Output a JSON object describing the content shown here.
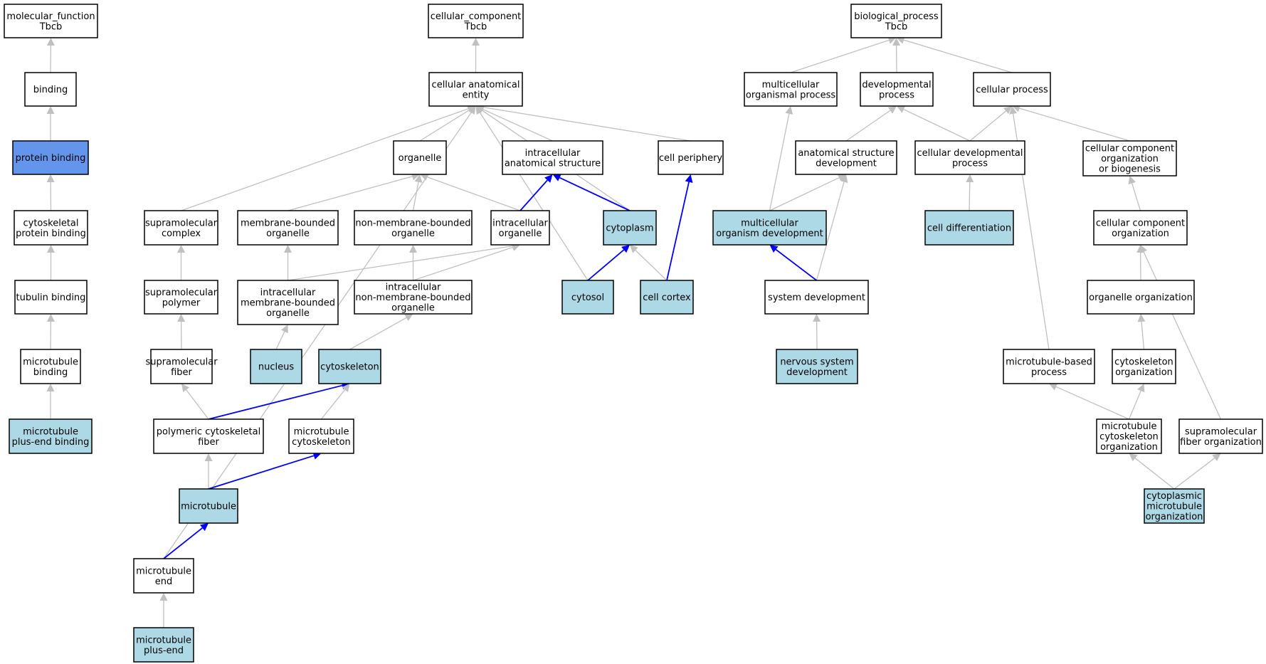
{
  "colors": {
    "default_fill": "#ffffff",
    "annotated_fill": "#add8e6",
    "query_fill": "#6495ed",
    "edge_gray": "#c0c0c0",
    "edge_blue": "#0000ff"
  },
  "nodes": [
    {
      "id": "mf",
      "lines": [
        "molecular_function",
        "Tbcb"
      ],
      "style": "default"
    },
    {
      "id": "binding",
      "lines": [
        "binding"
      ],
      "style": "default"
    },
    {
      "id": "protbind",
      "lines": [
        "protein binding"
      ],
      "style": "query"
    },
    {
      "id": "cytoprotbind",
      "lines": [
        "cytoskeletal",
        "protein binding"
      ],
      "style": "default"
    },
    {
      "id": "tubbind",
      "lines": [
        "tubulin binding"
      ],
      "style": "default"
    },
    {
      "id": "mtbind",
      "lines": [
        "microtubule",
        "binding"
      ],
      "style": "default"
    },
    {
      "id": "mtplusbind",
      "lines": [
        "microtubule",
        "plus-end binding"
      ],
      "style": "annotated"
    },
    {
      "id": "cc",
      "lines": [
        "cellular_component",
        "Tbcb"
      ],
      "style": "default"
    },
    {
      "id": "cae",
      "lines": [
        "cellular anatomical",
        "entity"
      ],
      "style": "default"
    },
    {
      "id": "organelle",
      "lines": [
        "organelle"
      ],
      "style": "default"
    },
    {
      "id": "ias",
      "lines": [
        "intracellular",
        "anatomical structure"
      ],
      "style": "default"
    },
    {
      "id": "periph",
      "lines": [
        "cell periphery"
      ],
      "style": "default"
    },
    {
      "id": "smcomplex",
      "lines": [
        "supramolecular",
        "complex"
      ],
      "style": "default"
    },
    {
      "id": "mbo",
      "lines": [
        "membrane-bounded",
        "organelle"
      ],
      "style": "default"
    },
    {
      "id": "nmbo",
      "lines": [
        "non-membrane-bounded",
        "organelle"
      ],
      "style": "default"
    },
    {
      "id": "io",
      "lines": [
        "intracellular",
        "organelle"
      ],
      "style": "default"
    },
    {
      "id": "cytoplasm",
      "lines": [
        "cytoplasm"
      ],
      "style": "annotated"
    },
    {
      "id": "smpolymer",
      "lines": [
        "supramolecular",
        "polymer"
      ],
      "style": "default"
    },
    {
      "id": "imbo",
      "lines": [
        "intracellular",
        "membrane-bounded",
        "organelle"
      ],
      "style": "default"
    },
    {
      "id": "inmbo",
      "lines": [
        "intracellular",
        "non-membrane-bounded",
        "organelle"
      ],
      "style": "default"
    },
    {
      "id": "cytosol",
      "lines": [
        "cytosol"
      ],
      "style": "annotated"
    },
    {
      "id": "cortex",
      "lines": [
        "cell cortex"
      ],
      "style": "annotated"
    },
    {
      "id": "smfiber",
      "lines": [
        "supramolecular",
        "fiber"
      ],
      "style": "default"
    },
    {
      "id": "nucleus",
      "lines": [
        "nucleus"
      ],
      "style": "annotated"
    },
    {
      "id": "cytoskel",
      "lines": [
        "cytoskeleton"
      ],
      "style": "annotated"
    },
    {
      "id": "pcf",
      "lines": [
        "polymeric cytoskeletal",
        "fiber"
      ],
      "style": "default"
    },
    {
      "id": "mtcyto",
      "lines": [
        "microtubule",
        "cytoskeleton"
      ],
      "style": "default"
    },
    {
      "id": "mt",
      "lines": [
        "microtubule"
      ],
      "style": "annotated"
    },
    {
      "id": "mtend",
      "lines": [
        "microtubule",
        "end"
      ],
      "style": "default"
    },
    {
      "id": "mtplus",
      "lines": [
        "microtubule",
        "plus-end"
      ],
      "style": "annotated"
    },
    {
      "id": "bp",
      "lines": [
        "biological_process",
        "Tbcb"
      ],
      "style": "default"
    },
    {
      "id": "mop",
      "lines": [
        "multicellular",
        "organismal process"
      ],
      "style": "default"
    },
    {
      "id": "devproc",
      "lines": [
        "developmental",
        "process"
      ],
      "style": "default"
    },
    {
      "id": "cellproc",
      "lines": [
        "cellular process"
      ],
      "style": "default"
    },
    {
      "id": "asd",
      "lines": [
        "anatomical structure",
        "development"
      ],
      "style": "default"
    },
    {
      "id": "cdp",
      "lines": [
        "cellular developmental",
        "process"
      ],
      "style": "default"
    },
    {
      "id": "ccob",
      "lines": [
        "cellular component",
        "organization",
        "or biogenesis"
      ],
      "style": "default"
    },
    {
      "id": "mod",
      "lines": [
        "multicellular",
        "organism development"
      ],
      "style": "annotated"
    },
    {
      "id": "celldiff",
      "lines": [
        "cell differentiation"
      ],
      "style": "annotated"
    },
    {
      "id": "cco",
      "lines": [
        "cellular component",
        "organization"
      ],
      "style": "default"
    },
    {
      "id": "sysdev",
      "lines": [
        "system development"
      ],
      "style": "default"
    },
    {
      "id": "orgorg",
      "lines": [
        "organelle organization"
      ],
      "style": "default"
    },
    {
      "id": "nsd",
      "lines": [
        "nervous system",
        "development"
      ],
      "style": "annotated"
    },
    {
      "id": "mtbp",
      "lines": [
        "microtubule-based",
        "process"
      ],
      "style": "default"
    },
    {
      "id": "cytoorg",
      "lines": [
        "cytoskeleton",
        "organization"
      ],
      "style": "default"
    },
    {
      "id": "mtco",
      "lines": [
        "microtubule",
        "cytoskeleton",
        "organization"
      ],
      "style": "default"
    },
    {
      "id": "smfo",
      "lines": [
        "supramolecular",
        "fiber organization"
      ],
      "style": "default"
    },
    {
      "id": "cmo",
      "lines": [
        "cytoplasmic",
        "microtubule",
        "organization"
      ],
      "style": "annotated"
    }
  ],
  "edges": [
    {
      "from": "binding",
      "to": "mf",
      "color": "gray"
    },
    {
      "from": "protbind",
      "to": "binding",
      "color": "gray"
    },
    {
      "from": "cytoprotbind",
      "to": "protbind",
      "color": "gray"
    },
    {
      "from": "tubbind",
      "to": "cytoprotbind",
      "color": "gray"
    },
    {
      "from": "mtbind",
      "to": "tubbind",
      "color": "gray"
    },
    {
      "from": "mtplusbind",
      "to": "mtbind",
      "color": "gray"
    },
    {
      "from": "cae",
      "to": "cc",
      "color": "gray"
    },
    {
      "from": "organelle",
      "to": "cae",
      "color": "gray"
    },
    {
      "from": "ias",
      "to": "cae",
      "color": "gray"
    },
    {
      "from": "periph",
      "to": "cae",
      "color": "gray"
    },
    {
      "from": "smcomplex",
      "to": "cae",
      "color": "gray"
    },
    {
      "from": "cytoplasm",
      "to": "cae",
      "color": "gray"
    },
    {
      "from": "cytosol",
      "to": "cae",
      "color": "gray"
    },
    {
      "from": "mtend",
      "to": "cae",
      "color": "gray"
    },
    {
      "from": "mbo",
      "to": "organelle",
      "color": "gray"
    },
    {
      "from": "nmbo",
      "to": "organelle",
      "color": "gray"
    },
    {
      "from": "io",
      "to": "organelle",
      "color": "gray"
    },
    {
      "from": "io",
      "to": "ias",
      "color": "blue"
    },
    {
      "from": "cytoplasm",
      "to": "ias",
      "color": "blue"
    },
    {
      "from": "cortex",
      "to": "periph",
      "color": "blue"
    },
    {
      "from": "smpolymer",
      "to": "smcomplex",
      "color": "gray"
    },
    {
      "from": "imbo",
      "to": "mbo",
      "color": "gray"
    },
    {
      "from": "imbo",
      "to": "io",
      "color": "gray"
    },
    {
      "from": "inmbo",
      "to": "nmbo",
      "color": "gray"
    },
    {
      "from": "inmbo",
      "to": "io",
      "color": "gray"
    },
    {
      "from": "cytosol",
      "to": "cytoplasm",
      "color": "blue"
    },
    {
      "from": "cortex",
      "to": "cytoplasm",
      "color": "gray"
    },
    {
      "from": "smfiber",
      "to": "smpolymer",
      "color": "gray"
    },
    {
      "from": "nucleus",
      "to": "imbo",
      "color": "gray"
    },
    {
      "from": "cytoskel",
      "to": "inmbo",
      "color": "gray"
    },
    {
      "from": "pcf",
      "to": "smfiber",
      "color": "gray"
    },
    {
      "from": "pcf",
      "to": "cytoskel",
      "color": "blue"
    },
    {
      "from": "mtcyto",
      "to": "cytoskel",
      "color": "gray"
    },
    {
      "from": "mt",
      "to": "pcf",
      "color": "gray"
    },
    {
      "from": "mt",
      "to": "mtcyto",
      "color": "blue"
    },
    {
      "from": "mtend",
      "to": "mt",
      "color": "blue"
    },
    {
      "from": "mtplus",
      "to": "mtend",
      "color": "gray"
    },
    {
      "from": "mop",
      "to": "bp",
      "color": "gray"
    },
    {
      "from": "devproc",
      "to": "bp",
      "color": "gray"
    },
    {
      "from": "cellproc",
      "to": "bp",
      "color": "gray"
    },
    {
      "from": "asd",
      "to": "devproc",
      "color": "gray"
    },
    {
      "from": "cdp",
      "to": "devproc",
      "color": "gray"
    },
    {
      "from": "cdp",
      "to": "cellproc",
      "color": "gray"
    },
    {
      "from": "ccob",
      "to": "cellproc",
      "color": "gray"
    },
    {
      "from": "mtbp",
      "to": "cellproc",
      "color": "gray"
    },
    {
      "from": "mod",
      "to": "mop",
      "color": "gray"
    },
    {
      "from": "mod",
      "to": "asd",
      "color": "gray"
    },
    {
      "from": "sysdev",
      "to": "asd",
      "color": "gray"
    },
    {
      "from": "celldiff",
      "to": "cdp",
      "color": "gray"
    },
    {
      "from": "cco",
      "to": "ccob",
      "color": "gray"
    },
    {
      "from": "sysdev",
      "to": "mod",
      "color": "blue"
    },
    {
      "from": "orgorg",
      "to": "cco",
      "color": "gray"
    },
    {
      "from": "smfo",
      "to": "cco",
      "color": "gray"
    },
    {
      "from": "nsd",
      "to": "sysdev",
      "color": "gray"
    },
    {
      "from": "cytoorg",
      "to": "orgorg",
      "color": "gray"
    },
    {
      "from": "mtco",
      "to": "mtbp",
      "color": "gray"
    },
    {
      "from": "mtco",
      "to": "cytoorg",
      "color": "gray"
    },
    {
      "from": "cmo",
      "to": "mtco",
      "color": "gray"
    },
    {
      "from": "cmo",
      "to": "smfo",
      "color": "gray"
    }
  ]
}
